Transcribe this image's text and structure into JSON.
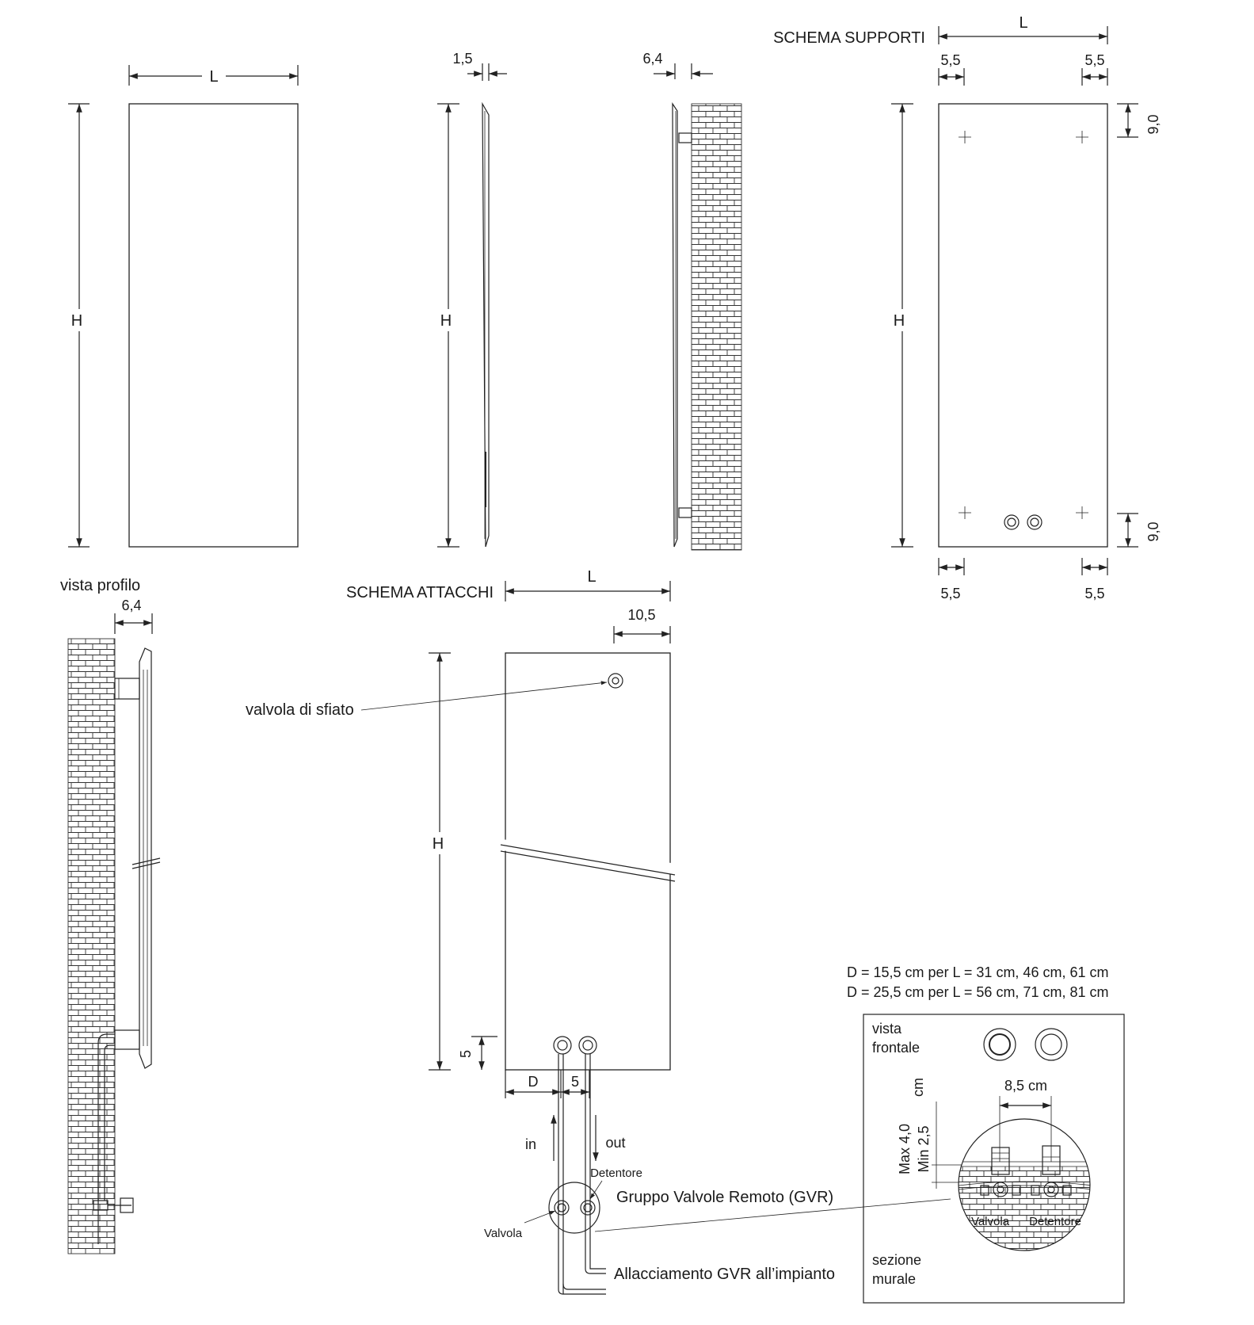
{
  "dimensions": {
    "L": "L",
    "H": "H",
    "thin_profile": "1,5",
    "profile_depth": "6,4",
    "support_offset_x": "5,5",
    "support_offset_y": "9,0",
    "valve_offset_right": "10,5",
    "pipe_height": "5",
    "D": "D",
    "pipe_spacing": "5",
    "gvr_spacing": "8,5 cm",
    "wall_depth_unit": "cm",
    "wall_depth_max": "Max 4,0",
    "wall_depth_min": "Min 2,5"
  },
  "labels": {
    "schema_supporti": "SCHEMA SUPPORTI",
    "schema_attacchi": "SCHEMA ATTACCHI",
    "vista_profilo": "vista profilo",
    "valvola_sfiato": "valvola di sfiato",
    "in": "in",
    "out": "out",
    "detentore": "Detentore",
    "valvola": "Valvola",
    "gvr": "Gruppo Valvole Remoto (GVR)",
    "allacciamento": "Allacciamento GVR all’impianto",
    "vista_frontale_1": "vista",
    "vista_frontale_2": "frontale",
    "sezione_murale_1": "sezione",
    "sezione_murale_2": "murale",
    "detail_valvola": "Valvola",
    "detail_detentore": "Detentore"
  },
  "notes": {
    "d_rule_1": "D  = 15,5 cm per L = 31 cm, 46 cm, 61 cm",
    "d_rule_2": "D  = 25,5 cm per L = 56 cm, 71 cm, 81 cm"
  }
}
